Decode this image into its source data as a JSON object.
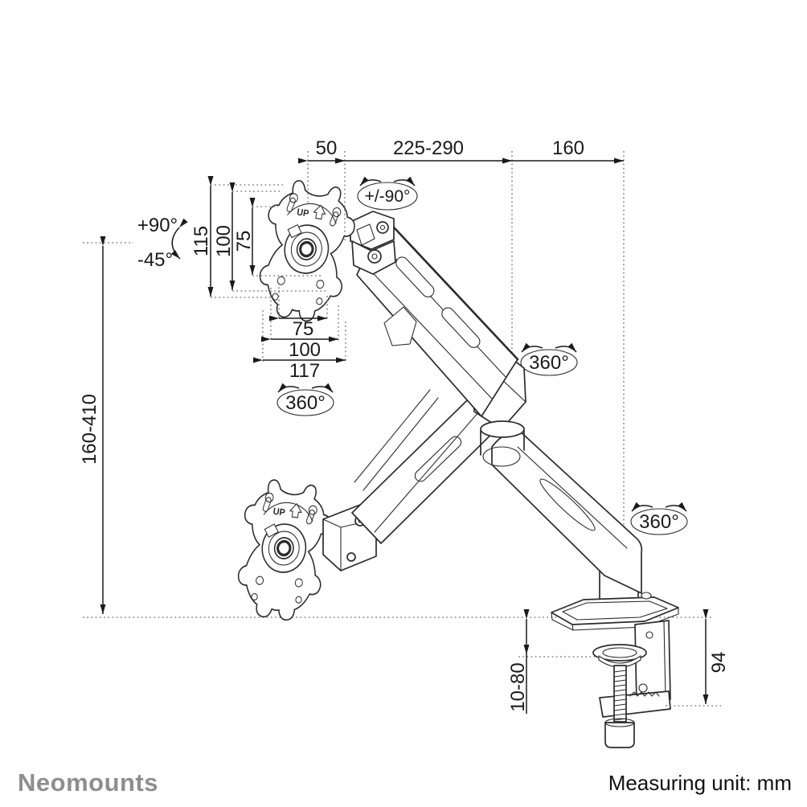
{
  "title": "Monitor desk mount dimensional drawing",
  "labels": {
    "top_gap": "50",
    "top_reach": "225-290",
    "top_depth": "160",
    "vesa_height_outer": "115",
    "vesa_height_mid": "100",
    "vesa_height_inner": "75",
    "vesa_width_inner": "75",
    "vesa_width_mid": "100",
    "vesa_width_outer": "117",
    "tilt_up": "+90°",
    "tilt_down": "-45°",
    "head_swivel": "+/-90°",
    "plate_rotation": "360°",
    "arm_rotation": "360°",
    "base_rotation": "360°",
    "height_range": "160-410",
    "desk_thickness": "10-80",
    "below_desk": "94",
    "up_marker_top": "UP",
    "up_marker_bottom": "UP"
  },
  "footer": {
    "brand": "Neomounts",
    "unit": "Measuring unit: mm"
  },
  "colors": {
    "line": "#2b2b2b",
    "dim": "#1a1a1a",
    "dotted": "#6e6e6e",
    "brand": "#8e8e8e",
    "background": "#ffffff"
  }
}
